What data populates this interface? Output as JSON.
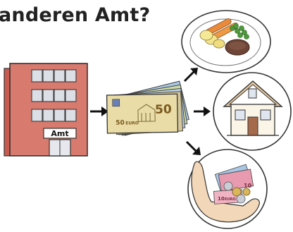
{
  "title": "anderen Amt?",
  "building": {
    "sign": "Amt"
  },
  "money": {
    "note_value": "50",
    "note_currency": "EURO"
  },
  "hand_money": {
    "note_value": "10",
    "note_currency": "EURO"
  },
  "icons": [
    "office-building-icon",
    "euro-banknotes-icon",
    "food-plate-icon",
    "house-icon",
    "hand-with-money-icon",
    "arrow-icon"
  ]
}
